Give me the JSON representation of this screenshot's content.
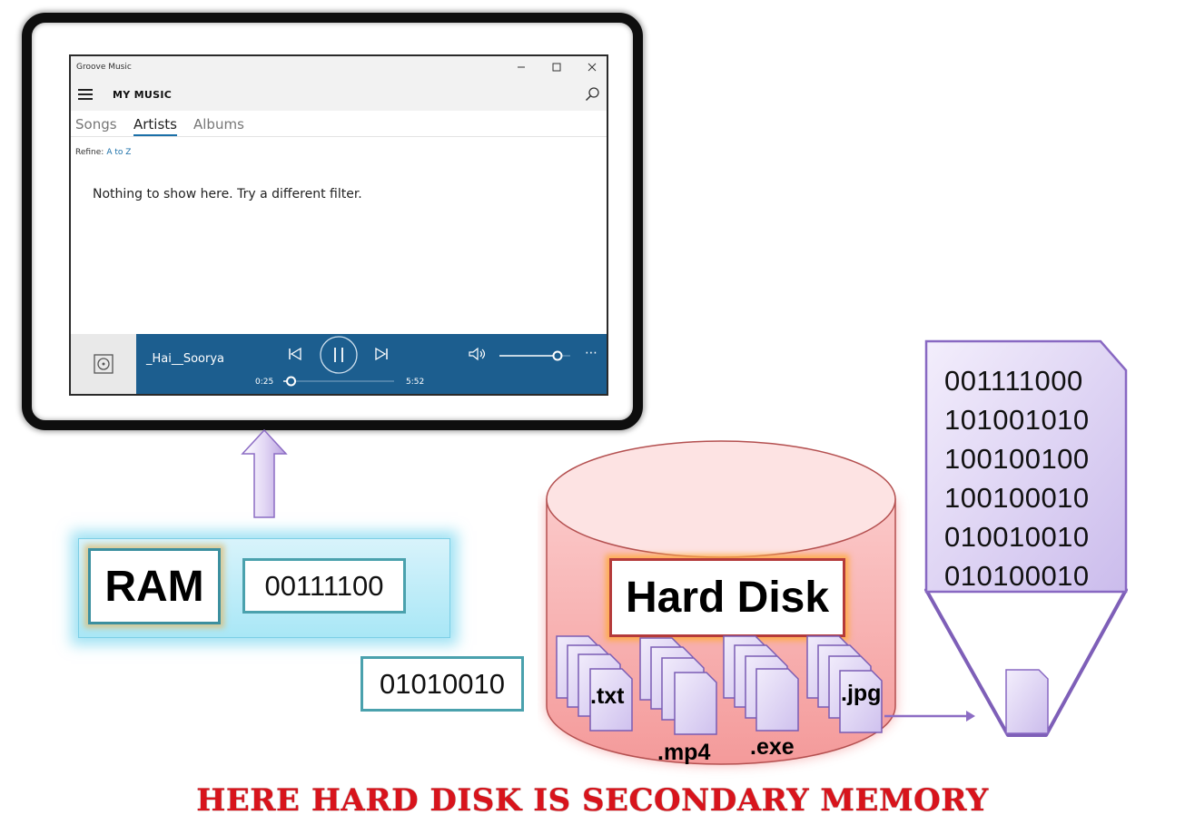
{
  "app": {
    "window_title": "Groove Music",
    "window_controls": [
      "minimize-icon",
      "maximize-icon",
      "close-icon"
    ],
    "header_title": "MY MUSIC",
    "tabs": [
      {
        "label": "Songs",
        "active": false
      },
      {
        "label": "Artists",
        "active": true
      },
      {
        "label": "Albums",
        "active": false
      }
    ],
    "refine_label": "Refine:",
    "refine_value": "A to Z",
    "empty_message": "Nothing to show here. Try a different filter.",
    "player": {
      "track": "_Hai__Soorya",
      "elapsed": "0:25",
      "duration": "5:52",
      "progress_fraction": 0.07,
      "volume_fraction": 0.82,
      "accent": "#1c5e8f"
    }
  },
  "diagram": {
    "ram_label": "RAM",
    "ram_bits": "00111100",
    "transfer_bits": "01010010",
    "disk_label": "Hard Disk",
    "file_types": [
      ".txt",
      ".mp4",
      ".exe",
      ".jpg"
    ],
    "binary_lines": [
      "001111000",
      "101001010",
      "100100100",
      "100100010",
      "010010010",
      "010100010"
    ],
    "caption": "HERE HARD DISK IS SECONDARY MEMORY",
    "colors": {
      "ram_glow": "#58cceb",
      "disk_fill": "#f7b3b3",
      "document_fill": "#d7c9ef",
      "caption": "#d8141c"
    }
  }
}
